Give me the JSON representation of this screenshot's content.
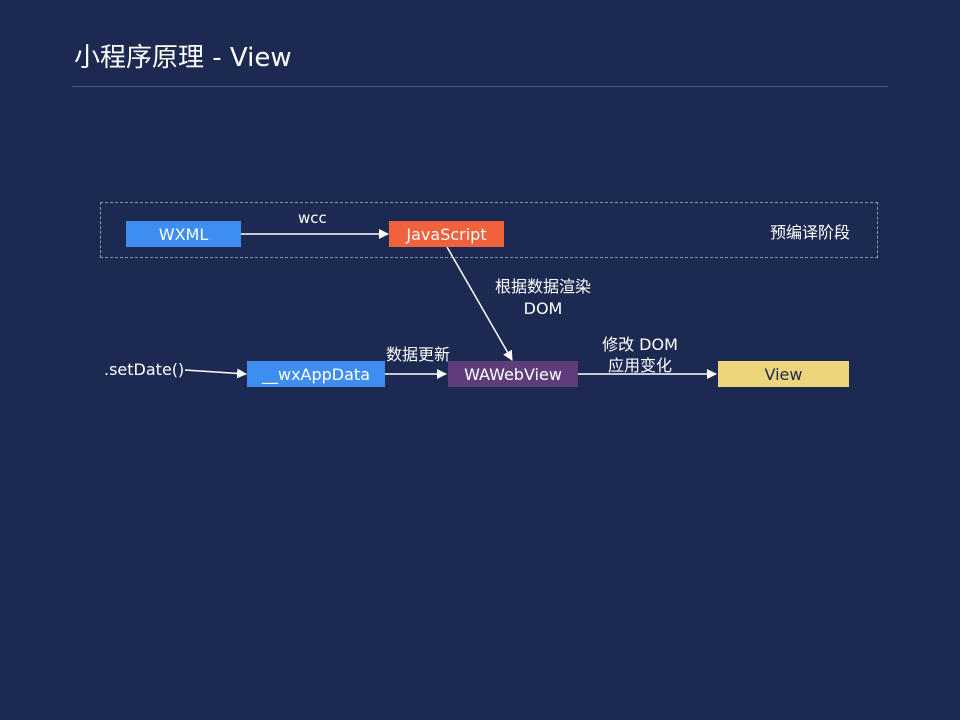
{
  "slide": {
    "title": "小程序原理 - View"
  },
  "stage": {
    "label": "预编译阶段"
  },
  "nodes": {
    "wxml": "WXML",
    "javascript": "JavaScript",
    "wx_app_data": "__wxAppData",
    "wa_web_view": "WAWebView",
    "view": "View"
  },
  "edges": {
    "wcc": "wcc",
    "set_date": ".setDate()",
    "data_update": "数据更新",
    "render_line1": "根据数据渲染",
    "render_line2": "DOM",
    "modify_line1": "修改 DOM",
    "modify_line2": "应用变化"
  },
  "colors": {
    "background": "#1c2a52",
    "wxml_fill": "#3d8ef0",
    "javascript_fill": "#f0613c",
    "wx_app_data_fill": "#3d8ef0",
    "wa_web_view_fill": "#5e3d7a",
    "view_fill": "#ecd57a",
    "view_text": "#1c2a52"
  }
}
